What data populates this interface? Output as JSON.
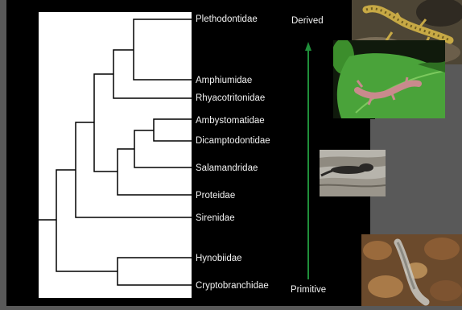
{
  "taxa": [
    "Plethodontidae",
    "Amphiumidae",
    "Rhyacotritonidae",
    "Ambystomatidae",
    "Dicamptodontidae",
    "Salamandridae",
    "Proteidae",
    "Sirenidae",
    "Hynobiidae",
    "Cryptobranchidae"
  ],
  "axis": {
    "top_label": "Derived",
    "bottom_label": "Primitive",
    "arrow_color": "#1f8f3a"
  },
  "photos": [
    {
      "icon": "speckled-salamander-on-rock-photo"
    },
    {
      "icon": "pink-salamander-on-leaf-photo"
    },
    {
      "icon": "dark-salamander-on-log-photo"
    },
    {
      "icon": "hellbender-in-stream-photo"
    }
  ]
}
